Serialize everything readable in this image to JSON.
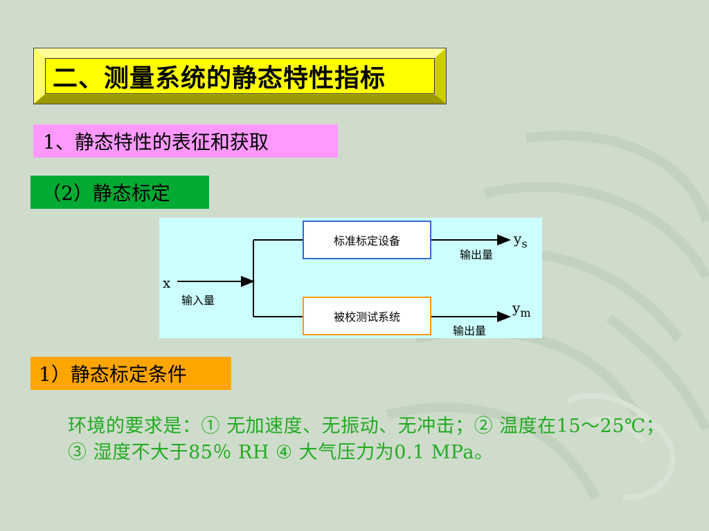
{
  "slide": {
    "title": "二、测量系统的静态特性指标",
    "subheading": "1、静态特性的表征和获取",
    "calibration_tag": "（2）静态标定",
    "condition_tag": "1）静态标定条件",
    "requirements": "环境的要求是：① 无加速度、无振动、无冲击；② 温度在15～25℃；③ 湿度不大于85％ RH ④ 大气压力为0.1 MPa。"
  },
  "diagram": {
    "input_symbol": "x",
    "input_label": "输入量",
    "block_top": "标准标定设备",
    "block_bottom": "被校测试系统",
    "output_label_top": "输出量",
    "output_label_bottom": "输出量",
    "output_top_main": "y",
    "output_top_sub": "s",
    "output_bottom_main": "y",
    "output_bottom_sub": "m",
    "colors": {
      "background": "#ccffff",
      "block_top_border": "#3366cc",
      "block_bottom_border": "#ff9900"
    }
  },
  "colors": {
    "slide_background": "#cfdccc",
    "title_fill": "#ffff00",
    "subheading_fill": "#ff99ff",
    "calibration_tag_fill": "#00aa33",
    "condition_tag_fill": "#ffa500",
    "requirements_text": "#22aa22"
  }
}
